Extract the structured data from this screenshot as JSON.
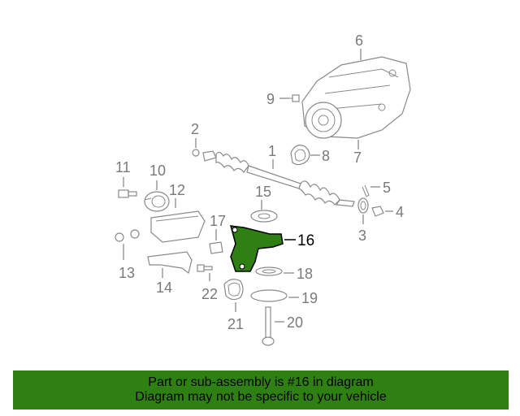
{
  "diagram": {
    "labels": [
      "1",
      "2",
      "3",
      "4",
      "5",
      "6",
      "7",
      "8",
      "9",
      "10",
      "11",
      "12",
      "13",
      "14",
      "15",
      "16",
      "17",
      "18",
      "19",
      "20",
      "21",
      "22"
    ],
    "highlighted_part": "16",
    "highlight_color": "#2f8012",
    "line_color": "#8a8a8a"
  },
  "banner": {
    "line1": "Part or sub-assembly is #16 in diagram",
    "line2": "Diagram may not be specific to your vehicle",
    "background": "#2f8012"
  }
}
